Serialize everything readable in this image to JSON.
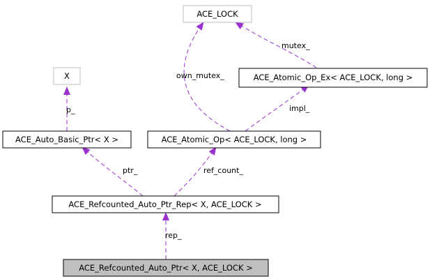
{
  "colors": {
    "edge": "#9a32cd",
    "node_border": "#000000",
    "external_border": "#bfbfbf",
    "current_fill": "#bfbfbf"
  },
  "nodes": {
    "ace_lock": "ACE_LOCK",
    "x": "X",
    "atomic_op_ex": "ACE_Atomic_Op_Ex< ACE_LOCK, long >",
    "auto_basic_ptr": "ACE_Auto_Basic_Ptr< X >",
    "atomic_op": "ACE_Atomic_Op< ACE_LOCK, long >",
    "refcounted_rep": "ACE_Refcounted_Auto_Ptr_Rep< X, ACE_LOCK >",
    "refcounted_ptr": "ACE_Refcounted_Auto_Ptr< X, ACE_LOCK >"
  },
  "edges": {
    "mutex": "mutex_",
    "own_mutex": "own_mutex_",
    "impl": "impl_",
    "p": "p_",
    "ptr": "ptr_",
    "ref_count": "ref_count_",
    "rep": "rep_"
  }
}
